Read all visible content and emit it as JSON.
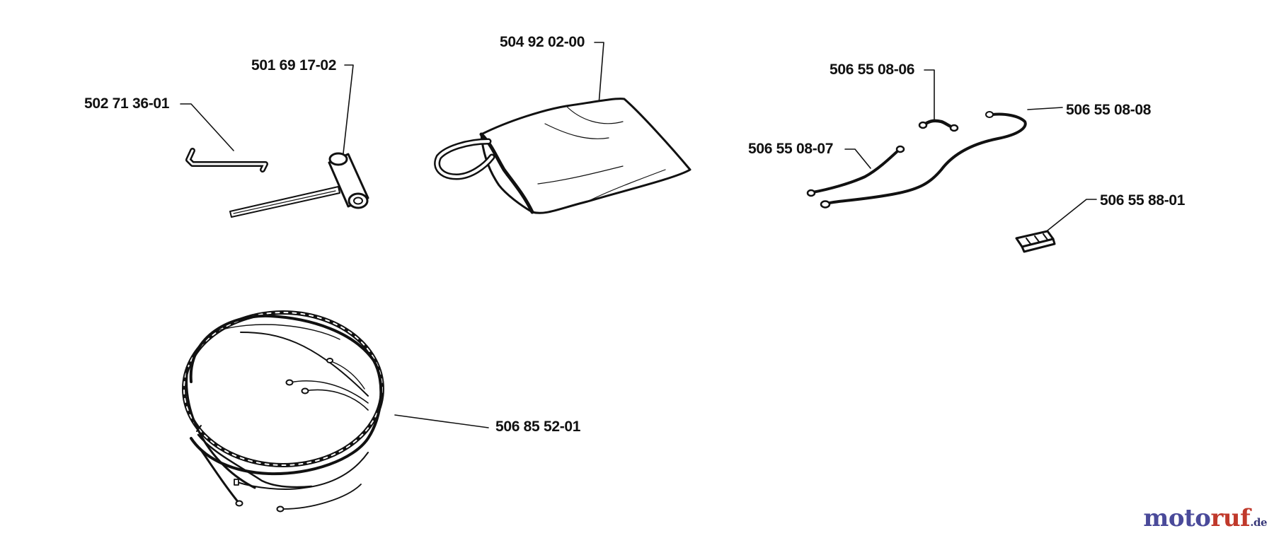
{
  "diagram": {
    "parts": [
      {
        "id": "p1",
        "number": "502 71 36-01",
        "item": "hex-key"
      },
      {
        "id": "p2",
        "number": "501 69 17-02",
        "item": "combination-spanner"
      },
      {
        "id": "p3",
        "number": "504 92 02-00",
        "item": "tool-bag"
      },
      {
        "id": "p4",
        "number": "506 55 08-06",
        "item": "short-cable"
      },
      {
        "id": "p5",
        "number": "506 55 08-08",
        "item": "long-cable"
      },
      {
        "id": "p6",
        "number": "506 55 08-07",
        "item": "medium-cable"
      },
      {
        "id": "p7",
        "number": "506 55 88-01",
        "item": "connector"
      },
      {
        "id": "p8",
        "number": "506 85 52-01",
        "item": "cable-harness"
      }
    ]
  },
  "watermark": {
    "brand_part1": "moto",
    "brand_part2": "ruf",
    "tld": ".de",
    "colors": {
      "part1": "#4a4a9a",
      "part2": "#c0392b"
    }
  },
  "colors": {
    "ink": "#111111",
    "background": "#ffffff"
  }
}
